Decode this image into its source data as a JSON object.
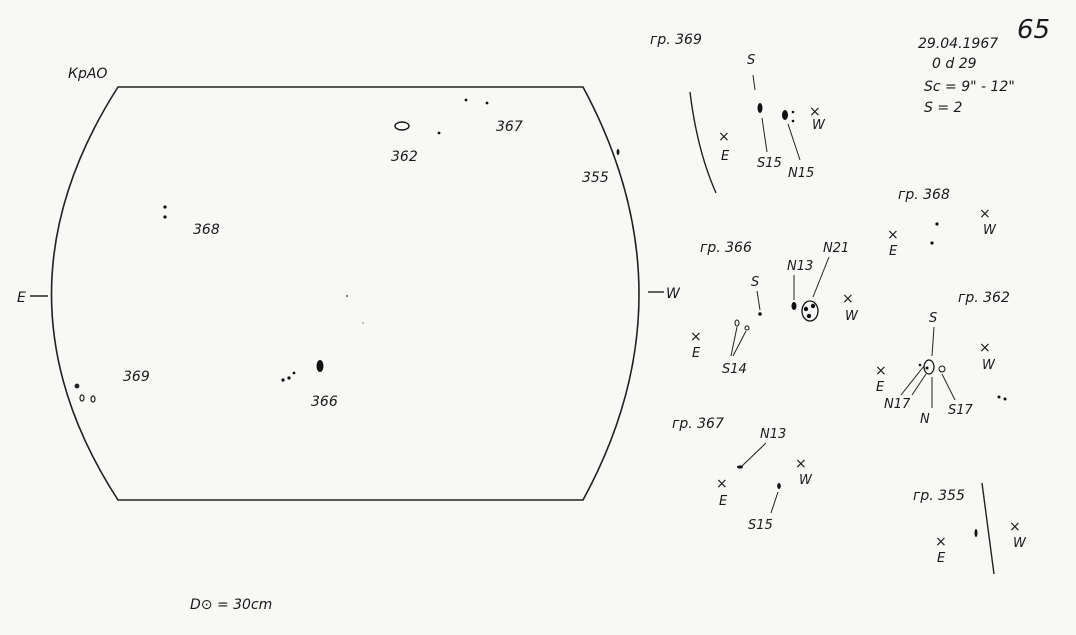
{
  "page_number": "65",
  "observatory": "КрАО",
  "header": {
    "date": "29.04.1967",
    "time": "0 d 29",
    "seeing": "Sc = 9\" - 12\"",
    "s_value": "S = 2"
  },
  "disk": {
    "east": "E",
    "west": "W",
    "groups": [
      {
        "id": "g369",
        "label": "369"
      },
      {
        "id": "g366",
        "label": "366"
      },
      {
        "id": "g368",
        "label": "368"
      },
      {
        "id": "g362",
        "label": "362"
      },
      {
        "id": "g367",
        "label": "367"
      },
      {
        "id": "g355",
        "label": "355"
      }
    ]
  },
  "footer": {
    "diameter": "D⊙ = 30cm"
  },
  "insets": [
    {
      "id": "i369",
      "title": "гр. 369",
      "labels": [
        "S",
        "S15",
        "N15",
        "E",
        "W"
      ]
    },
    {
      "id": "i366",
      "title": "гр. 366",
      "labels": [
        "S",
        "N13",
        "N21",
        "S14",
        "E",
        "W"
      ]
    },
    {
      "id": "i367",
      "title": "гр. 367",
      "labels": [
        "N13",
        "S15",
        "E",
        "W"
      ]
    },
    {
      "id": "i368",
      "title": "гр. 368",
      "labels": [
        "E",
        "W"
      ]
    },
    {
      "id": "i362",
      "title": "гр. 362",
      "labels": [
        "S",
        "N17",
        "N",
        "S17",
        "E",
        "W"
      ]
    },
    {
      "id": "i355",
      "title": "гр. 355",
      "labels": [
        "E",
        "W"
      ]
    }
  ]
}
